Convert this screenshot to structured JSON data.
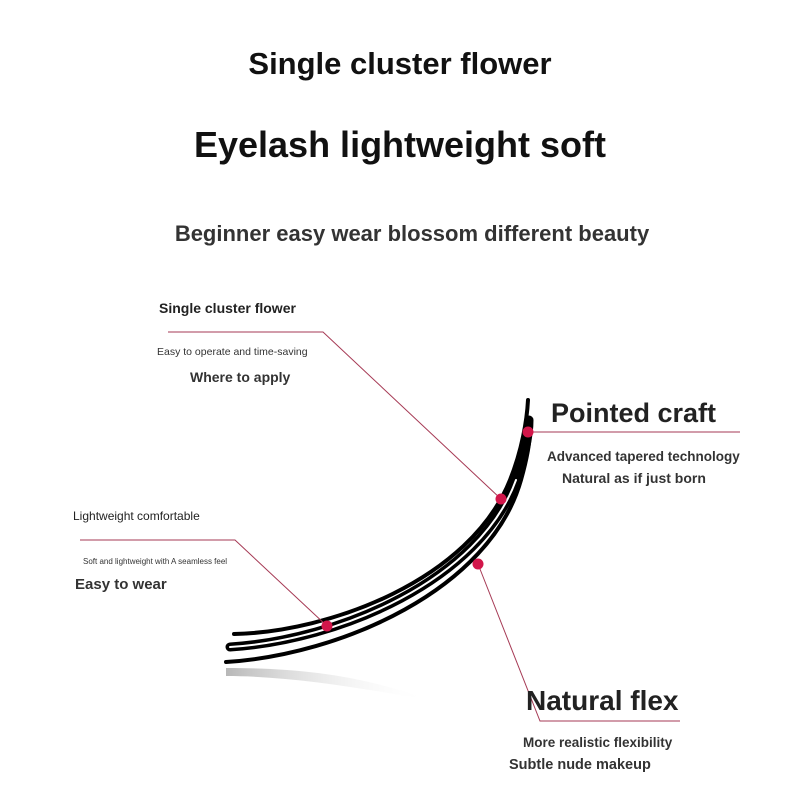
{
  "header": {
    "title": "Single cluster flower",
    "headline": "Eyelash lightweight soft",
    "subtitle": "Beginner easy wear blossom different beauty"
  },
  "callouts": {
    "cluster": {
      "title": "Single cluster flower",
      "desc": "Easy to operate and time-saving",
      "tag": "Where to apply"
    },
    "lightweight": {
      "title": "Lightweight comfortable",
      "desc": "Soft and lightweight with A seamless feel",
      "tag": "Easy to wear"
    },
    "pointed": {
      "title": "Pointed craft",
      "desc": "Advanced tapered technology",
      "tag": "Natural as if just born"
    },
    "flex": {
      "title": "Natural flex",
      "desc": "More realistic flexibility",
      "tag": "Subtle nude makeup"
    }
  },
  "colors": {
    "accent": "#d2164a",
    "leader": "#a63a55"
  }
}
